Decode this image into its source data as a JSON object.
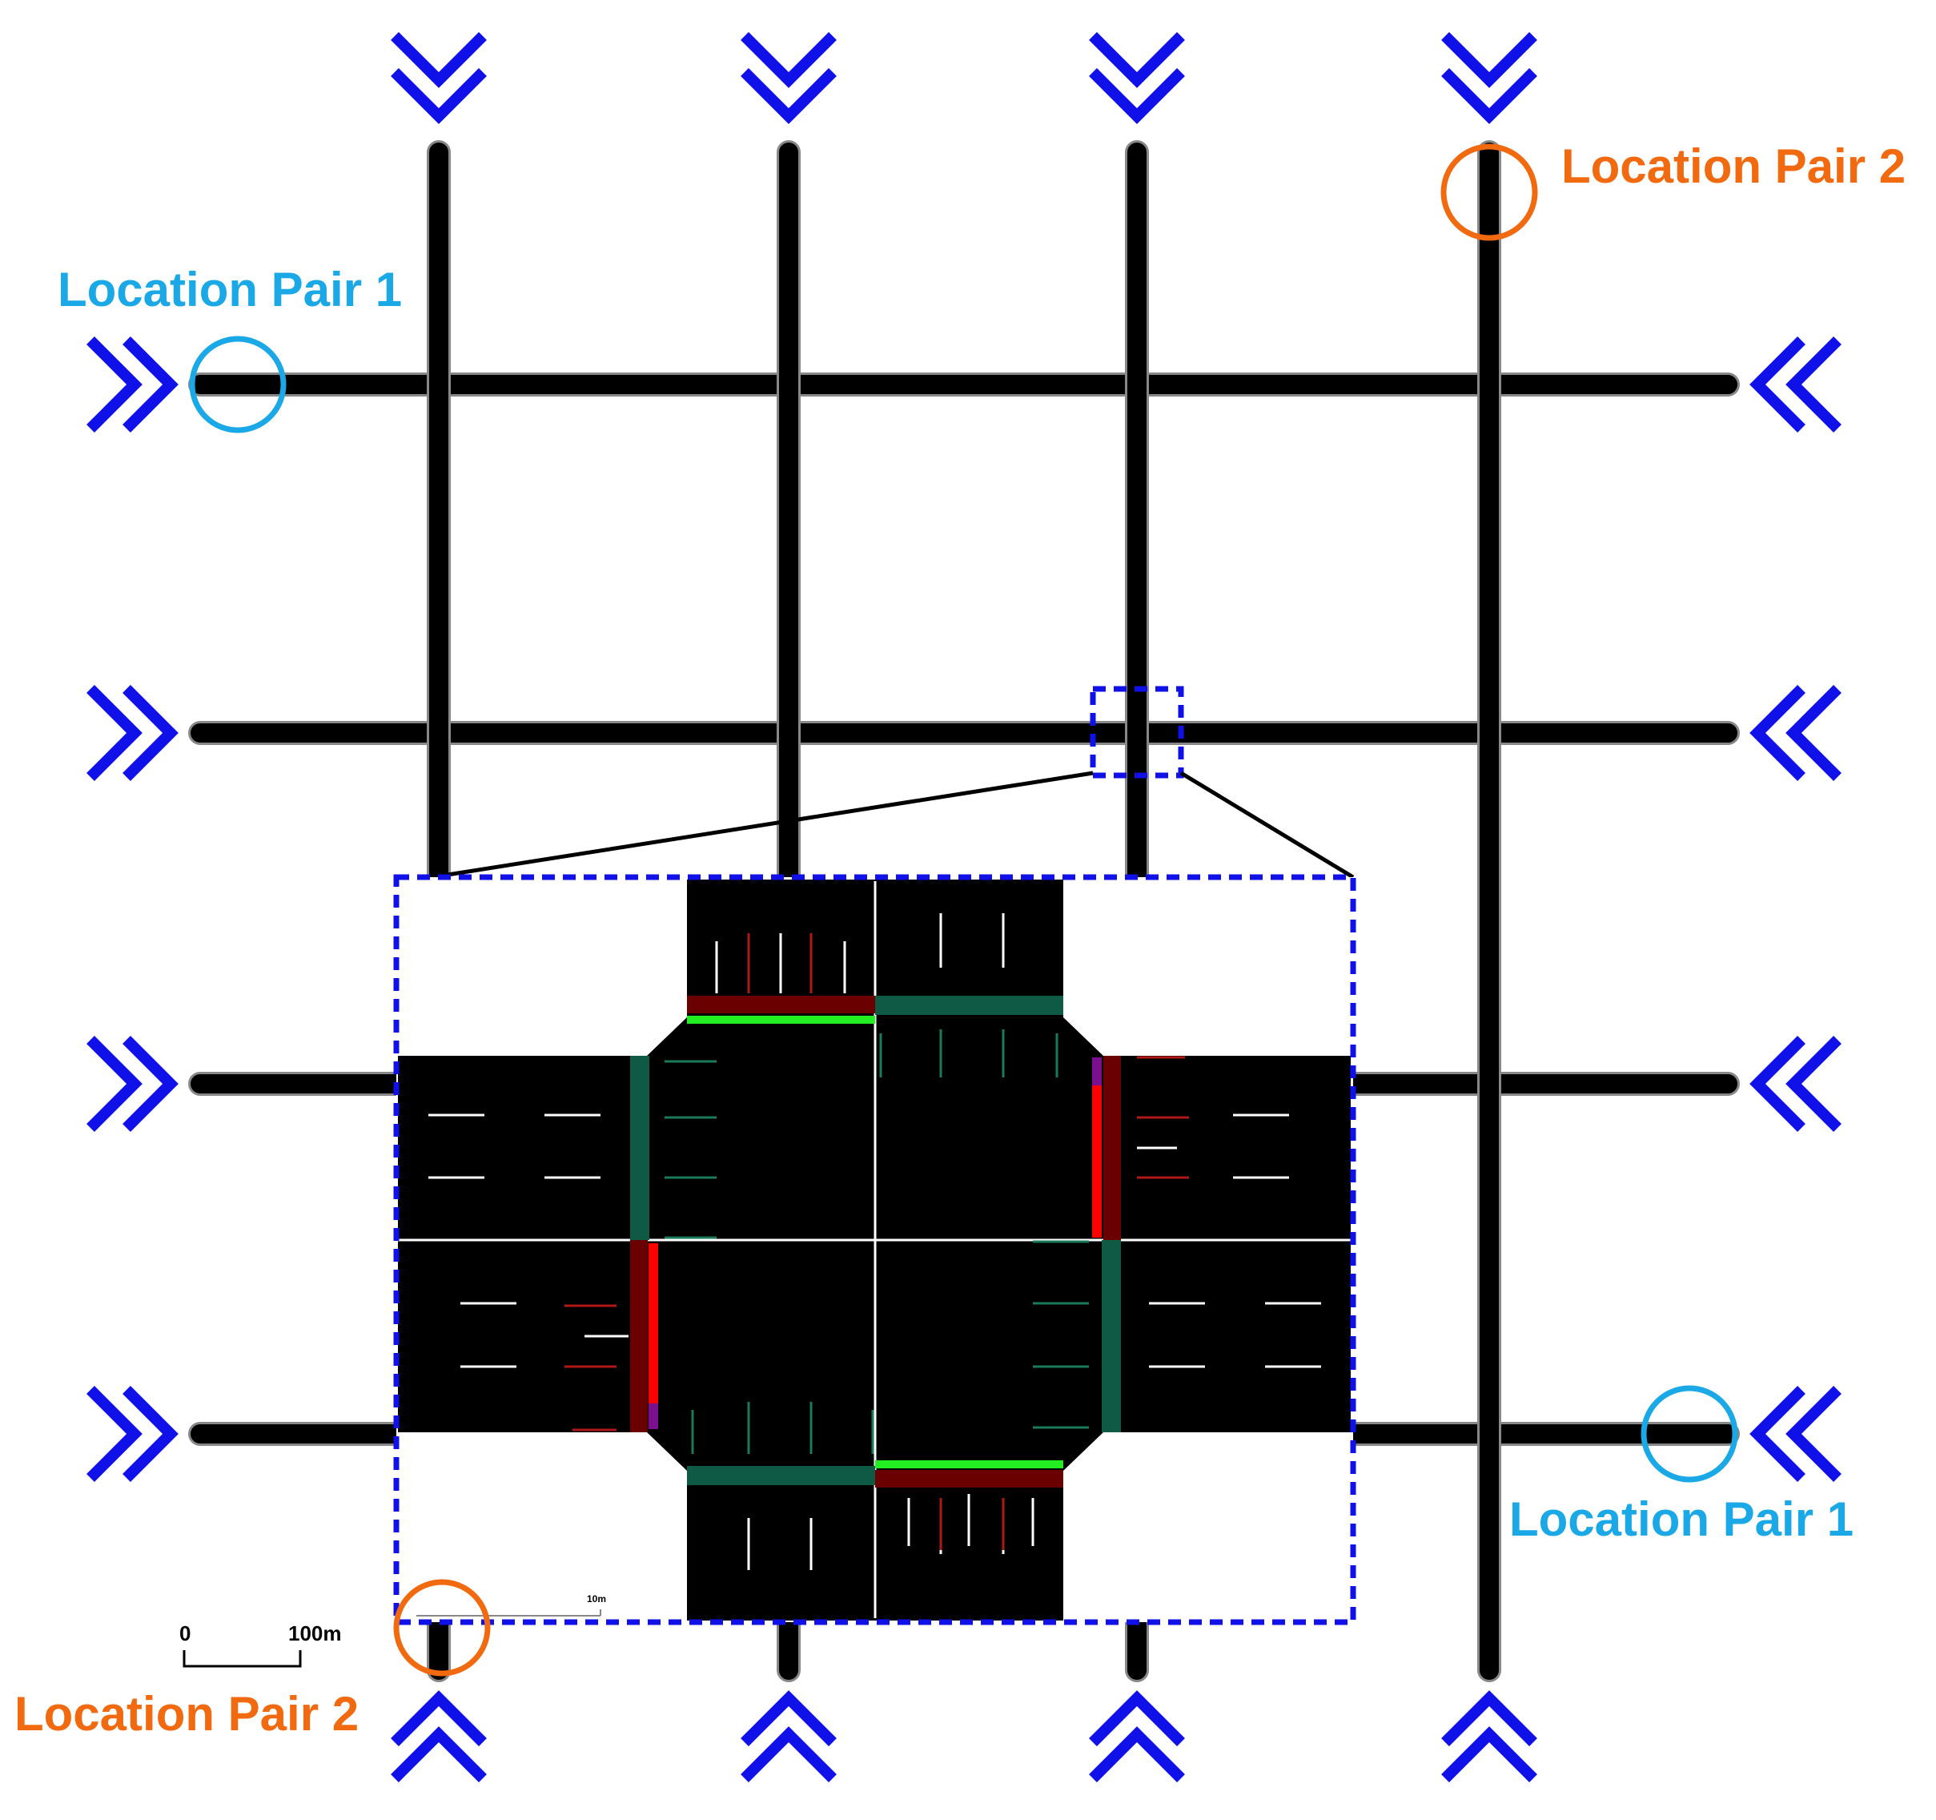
{
  "labels": {
    "pair1": "Location Pair 1",
    "pair2": "Location Pair 2"
  },
  "scale_bar": {
    "zero": "0",
    "end": "100m",
    "inset": "10m"
  },
  "grid": {
    "rows": 4,
    "columns": 4
  },
  "colors": {
    "arrow": "#1010e8",
    "pair1": "#1aa8e6",
    "pair2": "#f26a10",
    "road": "#000000",
    "signal_red": "#ff0000",
    "signal_dark_red": "#6b0000",
    "signal_green": "#22ee22",
    "signal_teal": "#0e5a45",
    "signal_purple": "#7a1090"
  }
}
